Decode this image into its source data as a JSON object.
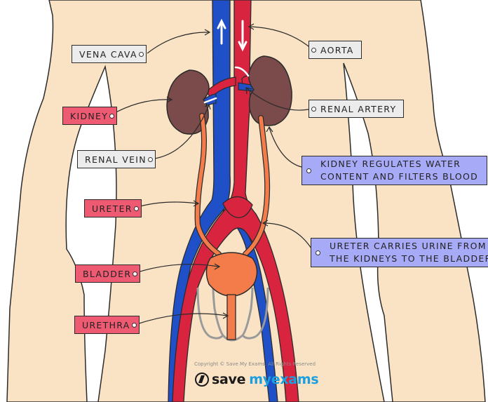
{
  "labels": {
    "vena_cava": "VENA CAVA",
    "aorta": "AORTA",
    "kidney": "KIDNEY",
    "renal_artery": "RENAL ARTERY",
    "renal_vein": "RENAL VEIN",
    "kidney_note_line1": "KIDNEY REGULATES WATER",
    "kidney_note_line2": "CONTENT AND FILTERS BLOOD",
    "ureter": "URETER",
    "ureter_note_line1": "URETER CARRIES URINE FROM",
    "ureter_note_line2": "THE KIDNEYS TO THE BLADDER",
    "bladder": "BLADDER",
    "urethra": "URETHRA"
  },
  "footer": {
    "copyright": "Copyright © Save My Exams. All Rights Reserved",
    "brand_save": "save",
    "brand_my": "my",
    "brand_exams": "exams"
  },
  "colors": {
    "skin": "#fae3c4",
    "vein_blue": "#1f50c8",
    "artery_red": "#d8243f",
    "kidney": "#7b4a4a",
    "ureter": "#f47c4a",
    "tag_grey": "#ececec",
    "tag_pink": "#ef5a73",
    "tag_purple": "#a7aaf6"
  }
}
